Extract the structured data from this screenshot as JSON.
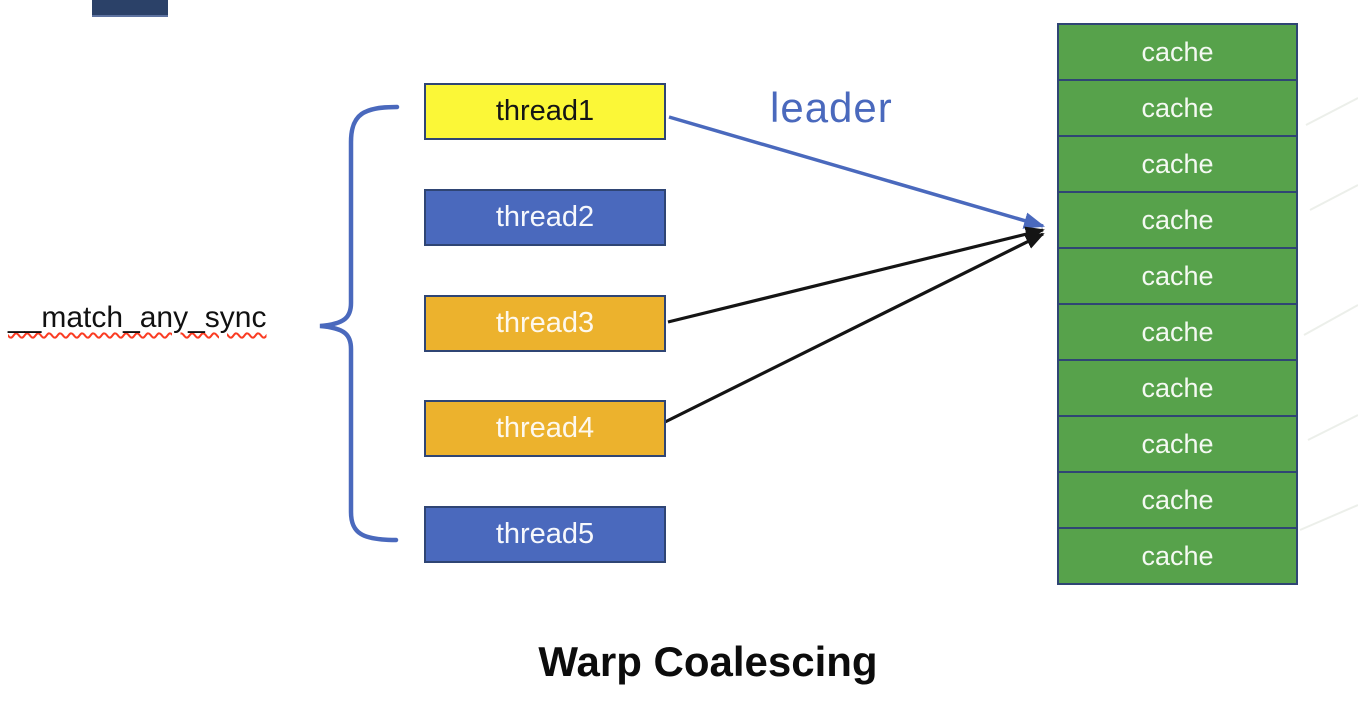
{
  "title": "Warp Coalescing",
  "annotation": {
    "function_name": "__match_any_sync"
  },
  "leader_label": "leader",
  "threads": [
    {
      "label": "thread1",
      "fill": "#fbf737",
      "text_color": "#151515"
    },
    {
      "label": "thread2",
      "fill": "#4a69bd",
      "text_color": "#f6f8fc"
    },
    {
      "label": "thread3",
      "fill": "#ecb22d",
      "text_color": "#fdf8ee"
    },
    {
      "label": "thread4",
      "fill": "#ecb22d",
      "text_color": "#fdf8ee"
    },
    {
      "label": "thread5",
      "fill": "#4a69bd",
      "text_color": "#f6f8fc"
    }
  ],
  "cache_column": {
    "cell_label": "cache",
    "cell_count": 10,
    "fill": "#57a24b",
    "text_color": "#f4f9f2"
  },
  "colors": {
    "box_border": "#2f4574",
    "leader_blue": "#4a69bd",
    "arrow_black": "#141414",
    "squiggle_red": "#fa3c23",
    "accent_bar": "#2b4168",
    "watermark": "#c9d2c4"
  }
}
